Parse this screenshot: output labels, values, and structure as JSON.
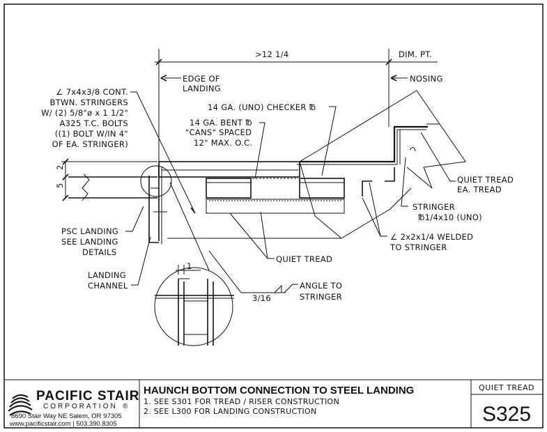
{
  "drawing": {
    "labels": {
      "dim_top": ">12 1/4",
      "dim_pt": "DIM. PT.",
      "edge_of_landing_1": "EDGE OF",
      "edge_of_landing_2": "LANDING",
      "nosing": "NOSING",
      "angle_cont_1": "∠ 7x4x3/8 CONT.",
      "angle_cont_2": "BTWN. STRINGERS",
      "angle_cont_3": "W/ (2) 5/8\"ø x 1 1/2\"",
      "angle_cont_4": "A325 T.C. BOLTS",
      "angle_cont_5": "((1) BOLT W/IN 4\"",
      "angle_cont_6": "OF EA. STRINGER)",
      "checker_plate": "14 GA. (UNO) CHECKER ℔",
      "bent_plate_1": "14 GA. BENT ℔",
      "bent_plate_2": "\"CANS\" SPACED",
      "bent_plate_3": "12\" MAX. O.C.",
      "dim_2": "2",
      "dim_5": "5",
      "quiet_tread_ea_1": "QUIET TREAD",
      "quiet_tread_ea_2": "EA. TREAD",
      "stringer_1": "STRINGER",
      "stringer_2": "℔1/4x10 (UNO)",
      "angle_welded_1": "∠ 2x2x1/4 WELDED",
      "angle_welded_2": "TO STRINGER",
      "psc_landing_1": "PSC LANDING",
      "psc_landing_2": "SEE LANDING",
      "psc_landing_3": "DETAILS",
      "quiet_tread": "QUIET TREAD",
      "landing_channel_1": "LANDING",
      "landing_channel_2": "CHANNEL",
      "detail_dim": "1",
      "weld_size": "3/16",
      "angle_to_stringer_1": "ANGLE TO",
      "angle_to_stringer_2": "STRINGER"
    }
  },
  "title_block": {
    "company_name": "PACIFIC STAIR",
    "company_sub": "CORPORATION",
    "registered": "®",
    "address": "8690 Stair Way NE Salem, OR 97305",
    "contact": "www.pacificstair.com  |  503.390.8305",
    "title": "HAUNCH BOTTOM CONNECTION TO STEEL LANDING",
    "note_1": "1.  SEE S301 FOR TREAD / RISER CONSTRUCTION",
    "note_2": "2.  SEE L300 FOR LANDING CONSTRUCTION",
    "category": "QUIET TREAD",
    "sheet_number": "S325"
  }
}
